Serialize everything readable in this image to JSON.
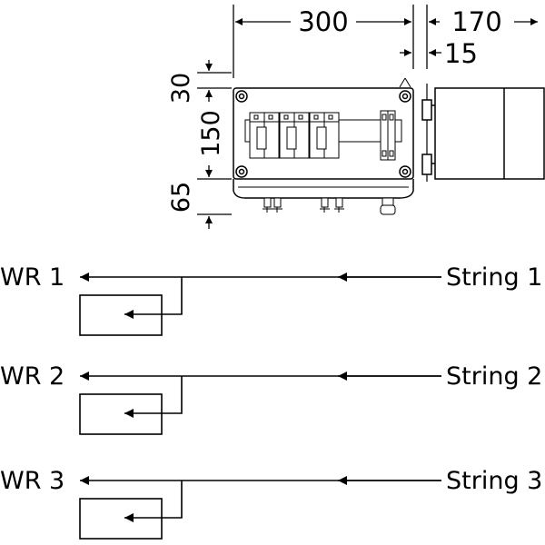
{
  "dimensions": {
    "width": "300",
    "side_depth": "170",
    "offset": "15",
    "top": "30",
    "middle": "150",
    "bottom": "65"
  },
  "circuits": [
    {
      "inverter": "WR 1",
      "string": "String 1"
    },
    {
      "inverter": "WR 2",
      "string": "String 2"
    },
    {
      "inverter": "WR 3",
      "string": "String 3"
    }
  ]
}
